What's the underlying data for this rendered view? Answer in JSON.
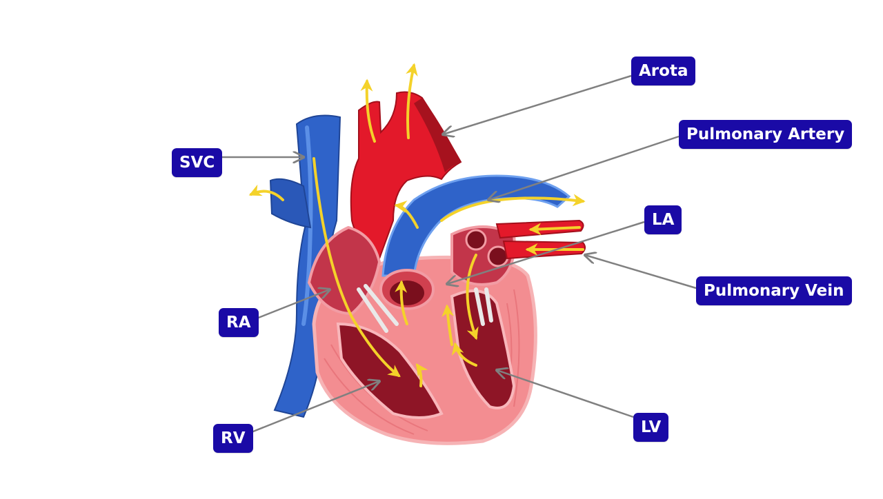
{
  "labels": {
    "svc": "SVC",
    "ra": "RA",
    "rv": "RV",
    "aorta": "Arota",
    "pulmonary_artery": "Pulmonary Artery",
    "la": "LA",
    "pulmonary_vein": "Pulmonary Vein",
    "lv": "LV"
  },
  "colors": {
    "label_bg": "#1a0aa6",
    "label_text": "#ffffff",
    "vein_blue": "#2f63c9",
    "artery_red": "#e3192a",
    "muscle_pink": "#f07f86",
    "flow_arrow": "#f4d22a",
    "leader_line": "#808080"
  }
}
